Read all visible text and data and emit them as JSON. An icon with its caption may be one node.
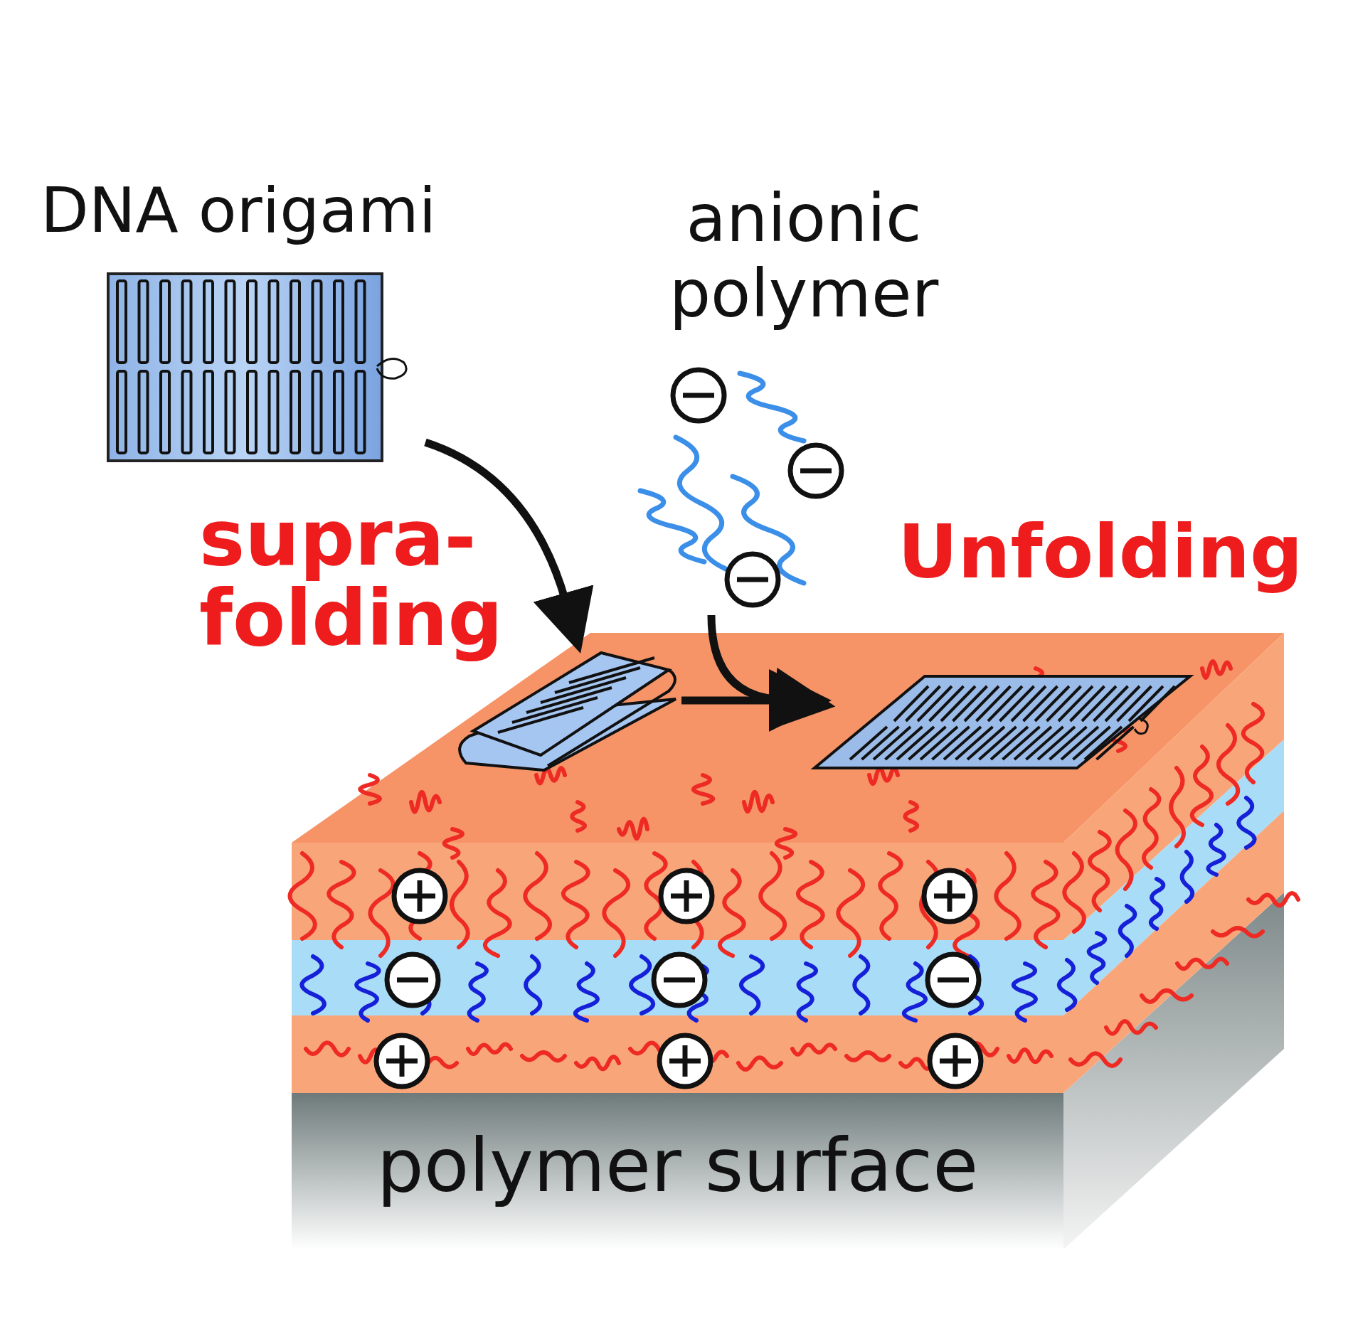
{
  "diagram": {
    "nodes": [
      {
        "text": [
          "DNA origami"
        ]
      },
      {
        "text": [
          "anionic polymer"
        ]
      },
      {
        "text": [
          "polymer surface"
        ]
      },
      {
        "text": [],
        "shape": "picture",
        "in": 2
      },
      {
        "text": [],
        "shape": "picture",
        "in": 2
      }
    ],
    "edges": [
      {
        "from": 0,
        "to": 3,
        "arrow": "to",
        "label": "supra- folding"
      },
      {
        "from": 1,
        "to": 4,
        "arrow": "to"
      },
      {
        "from": 3,
        "to": 4,
        "arrow": "to",
        "label": "Unfolding"
      }
    ]
  }
}
